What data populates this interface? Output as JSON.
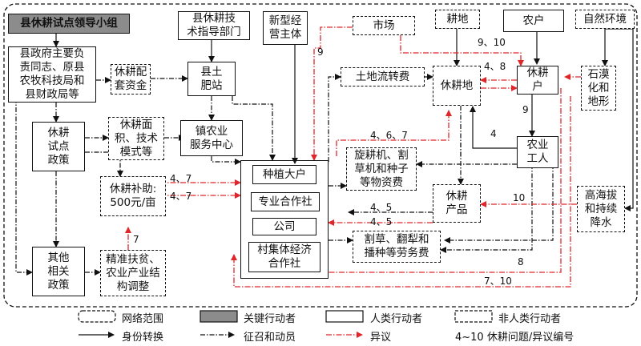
{
  "nodes": {
    "leader_group": "县休耕试点领导小组",
    "county_gov": "县政府主要负\n责同志、原县\n农牧科技局和\n县财政局等",
    "pilot_policy": "休耕\n试点\n政策",
    "other_policy": "其他\n相关\n政策",
    "tech_dept": "县休耕技\n术指导部门",
    "new_entity": "新型经\n营主体",
    "support_fund": "休耕配\n套资金",
    "fertilizer_station": "县土\n肥站",
    "area_tech": "休耕面\n积、技术\n模式等",
    "town_center": "镇农业\n服务中心",
    "subsidy": "休耕补助:\n500元/亩",
    "poverty": "精准扶贫、\n农业产业结\n构调整",
    "grower": "种植大户",
    "coop": "专业合作社",
    "company": "公司",
    "village_coop": "村集体经济\n合作社",
    "market": "市场",
    "land_transfer": "土地流转费",
    "machinery": "旋耕机、割\n草机和种子\n等物资费",
    "labor": "割草、翻犁和\n播种等劳务费",
    "cultivated_land": "耕地",
    "fallow_land": "休耕地",
    "farmer": "农户",
    "fallow_farmer": "休耕\n户",
    "agri_worker": "农业\n工人",
    "fallow_product": "休耕\n产品",
    "environment": "自然环境",
    "desertification": "石漠\n化和\n地形",
    "altitude": "高海拔\n和持续\n降水"
  },
  "edge_labels": {
    "l_9a": "9",
    "l_910a": "9、10",
    "l_48": "4、8",
    "l_9b": "9",
    "l_4a": "4",
    "l_467": "4、6、7",
    "l_47a": "4、7",
    "l_47b": "4、7",
    "l_45a": "4、5",
    "l_45b": "4、5",
    "l_10": "10",
    "l_7": "7",
    "l_8": "8",
    "l_710": "7、10"
  },
  "legend": {
    "network": "网络范围",
    "key_actor": "关键行动者",
    "human_actor": "人类行动者",
    "nonhuman_actor": "非人类行动者",
    "identity": "身份转换",
    "recruit": "征召和动员",
    "objection": "异议",
    "numbering": "4~10  休耕问题/异议编号"
  },
  "colors": {
    "objection": "#e0262b",
    "line": "#111111",
    "key_fill": "#8c8c8c"
  }
}
